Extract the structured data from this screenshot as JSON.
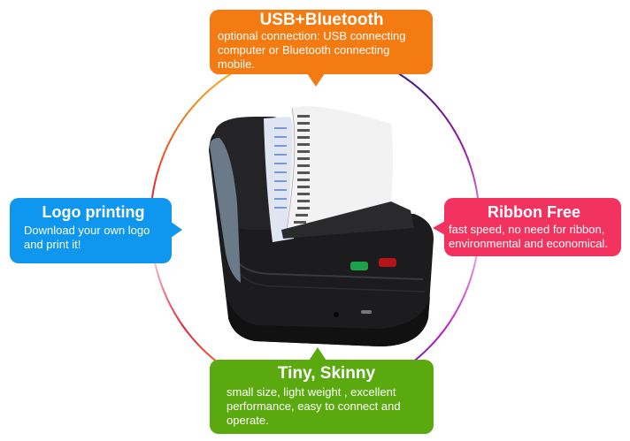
{
  "colors": {
    "usb_orange": "#f47a12",
    "logo_blue": "#0f96ef",
    "ribbon_pink": "#f3335f",
    "tiny_green": "#5aaa0f",
    "printer_body": "#1c1c1e",
    "led_green": "#1fa04a",
    "led_red": "#b4141a"
  },
  "product": {
    "name": "portable thermal receipt printer",
    "image_icon": "printer-icon"
  },
  "callouts": {
    "usb": {
      "title": "USB+Bluetooth",
      "body": "optional connection: USB connecting computer or Bluetooth connecting mobile."
    },
    "logo": {
      "title": "Logo printing",
      "body": "Download your own logo and print it!"
    },
    "ribbon": {
      "title": "Ribbon Free",
      "body": "fast speed, no need for ribbon, environmental and economical."
    },
    "tiny": {
      "title": "Tiny, Skinny",
      "body": "small size, light weight , excellent performance, easy to connect and operate."
    }
  }
}
